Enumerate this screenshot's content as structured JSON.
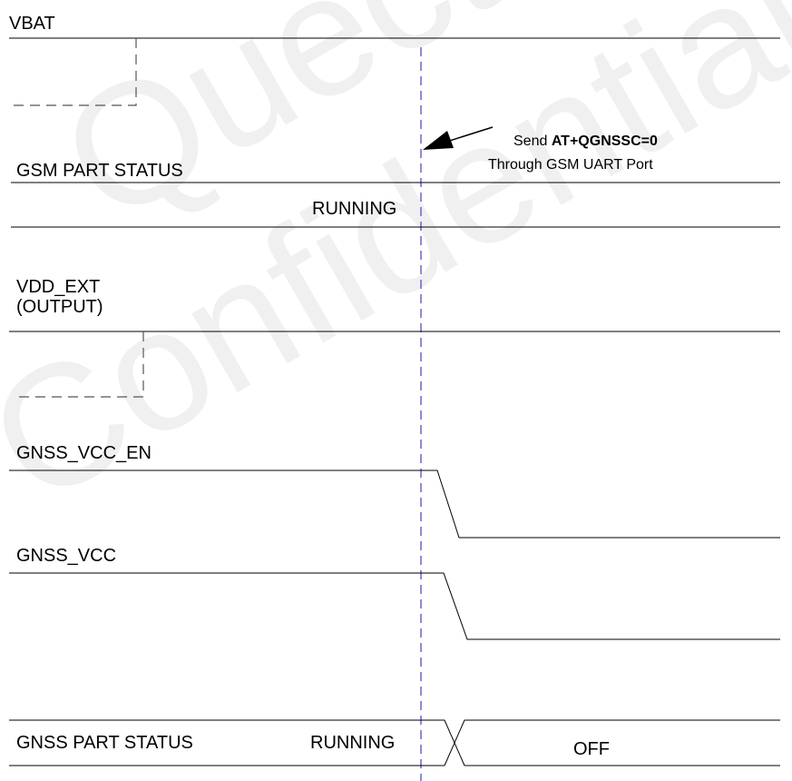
{
  "watermark": {
    "word1": "Quectel",
    "word2": "Confidential"
  },
  "signals": {
    "vbat": "VBAT",
    "gsm_part_status": "GSM PART STATUS",
    "vdd_ext_line1": "VDD_EXT",
    "vdd_ext_line2": "(OUTPUT)",
    "gnss_vcc_en": "GNSS_VCC_EN",
    "gnss_vcc": "GNSS_VCC",
    "gnss_part_status": "GNSS PART STATUS"
  },
  "states": {
    "gsm_running": "RUNNING",
    "gnss_running": "RUNNING",
    "gnss_off": "OFF"
  },
  "annotation": {
    "send_prefix": "Send ",
    "command": "AT+QGNSSC=0",
    "through": "Through GSM UART Port"
  },
  "colors": {
    "line": "#000000",
    "dashed_marker": "#6666cc",
    "watermark": "#f0f0f0"
  }
}
